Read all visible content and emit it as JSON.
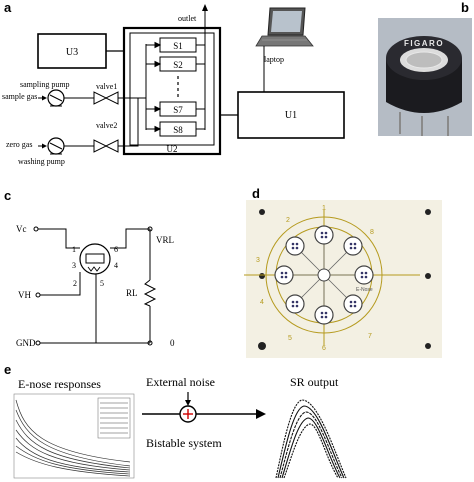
{
  "panels": {
    "a": {
      "label": "a",
      "boxes": {
        "u3": "U3",
        "u2": "U2",
        "u1": "U1"
      },
      "sensors": [
        "S1",
        "S2",
        "S7",
        "S8"
      ],
      "outlet": "outlet",
      "laptop": "laptop",
      "valves": [
        "valve1",
        "valve2"
      ],
      "pumps": [
        "sampling pump",
        "washing pump"
      ],
      "gases": [
        "sample gas",
        "zero gas"
      ]
    },
    "b": {
      "label": "b",
      "sensor_brand": "FIGARO"
    },
    "c": {
      "label": "c",
      "terminals": {
        "vc": "Vc",
        "vh": "VH",
        "gnd": "GND",
        "vrl": "VRL",
        "zero": "0"
      },
      "resistor": "RL",
      "pins": [
        "1",
        "2",
        "3",
        "4",
        "5",
        "6"
      ]
    },
    "d": {
      "label": "d",
      "ring_numbers": [
        "1",
        "2",
        "3",
        "4",
        "5",
        "6",
        "7",
        "8"
      ],
      "center_text": "E-Nose"
    },
    "e": {
      "label": "e",
      "enose_title": "E-nose responses",
      "noise_label": "External noise",
      "bistable_label": "Bistable system",
      "sr_title": "SR output"
    }
  },
  "colors": {
    "line": "#000000",
    "gold": "#b59a1e",
    "device_bg": "#f3f0e3"
  }
}
